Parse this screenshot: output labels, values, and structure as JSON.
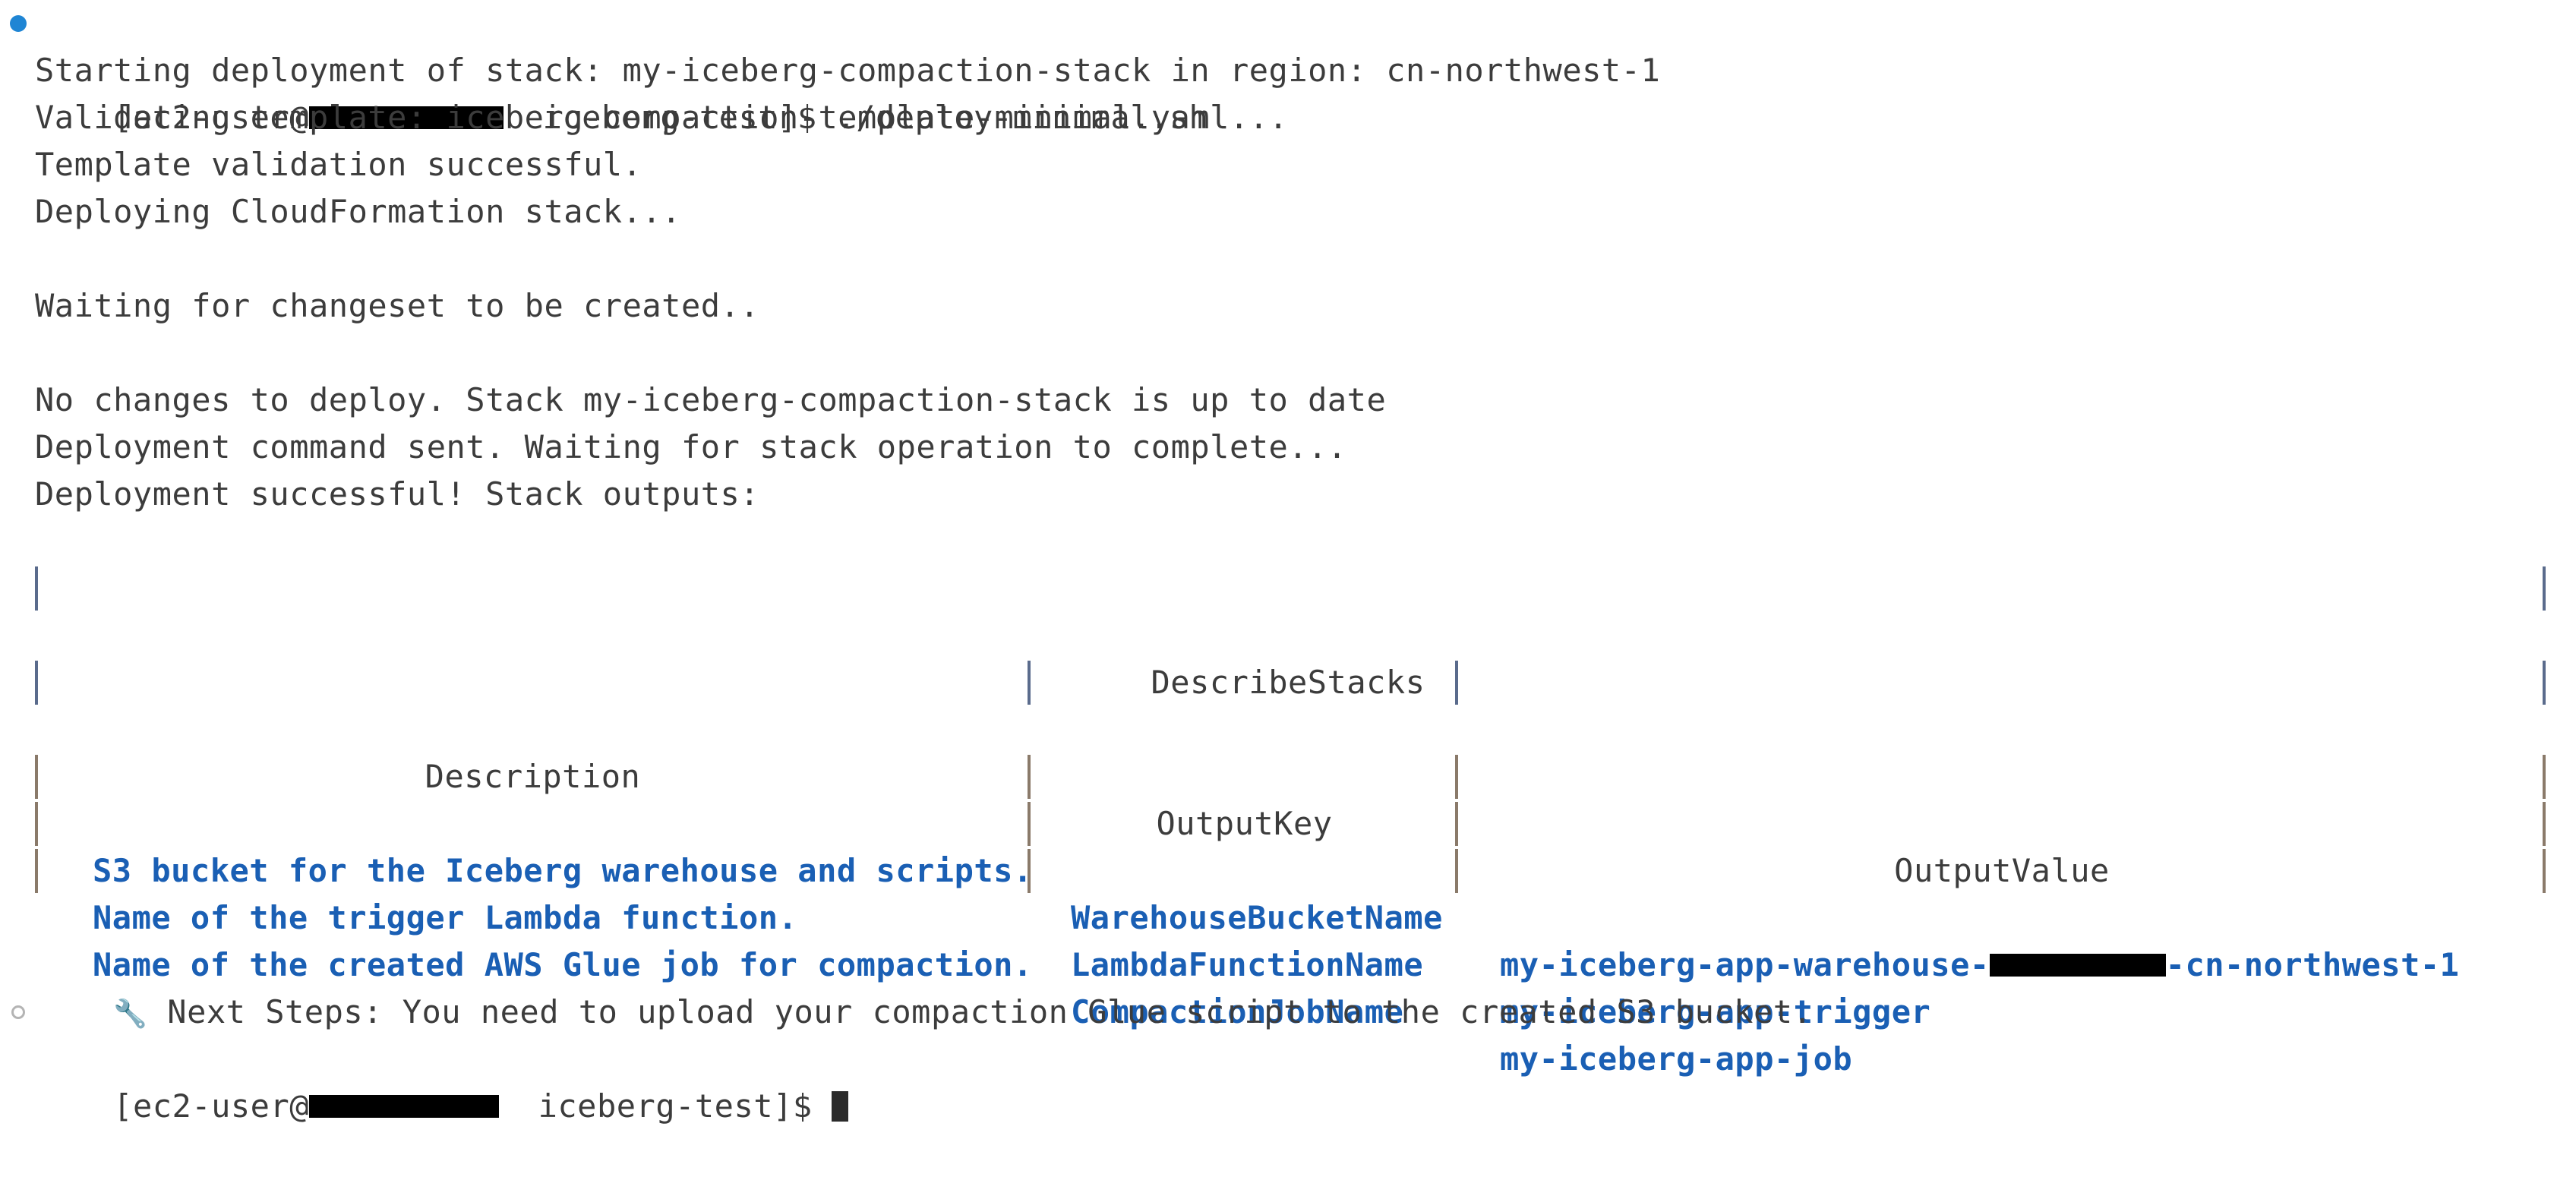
{
  "terminal": {
    "prompt_user": "[ec2-user@",
    "prompt_host_redacted": "",
    "prompt_tail": "  iceberg-test]$ ",
    "command": "./deploy-minimal.sh",
    "colors": {
      "text": "#3c3c3c",
      "accent_blue": "#1a5fb4",
      "marker_blue": "#1f85d4",
      "marker_hollow": "#b4b4b4",
      "redaction": "#000000",
      "background": "#ffffff"
    },
    "markers": {
      "top": "filled-blue-dot",
      "bottom": "hollow-gray-dot"
    },
    "output_lines": [
      "Starting deployment of stack: my-iceberg-compaction-stack in region: cn-northwest-1",
      "Validating template: iceberg-compaction-template-minimal.yaml...",
      "Template validation successful.",
      "Deploying CloudFormation stack...",
      "",
      "Waiting for changeset to be created..",
      "",
      "No changes to deploy. Stack my-iceberg-compaction-stack is up to date",
      "Deployment command sent. Waiting for stack operation to complete...",
      "Deployment successful! Stack outputs:"
    ],
    "table": {
      "title": "DescribeStacks",
      "top_rule": "-------------------------------------------------------------------------------------------------------------------------------------------------------",
      "headers": [
        "Description",
        "OutputKey",
        "OutputValue"
      ],
      "rows": [
        {
          "description": "S3 bucket for the Iceberg warehouse and scripts.",
          "output_key": "WarehouseBucketName",
          "output_value_prefix": "my-iceberg-app-warehouse-",
          "output_value_redacted": true,
          "output_value_suffix": "-cn-northwest-1"
        },
        {
          "description": "Name of the trigger Lambda function.",
          "output_key": "LambdaFunctionName",
          "output_value_prefix": "my-iceberg-app-trigger",
          "output_value_redacted": false,
          "output_value_suffix": ""
        },
        {
          "description": "Name of the created AWS Glue job for compaction.",
          "output_key": "CompactionJobName",
          "output_value_prefix": "my-iceberg-app-job",
          "output_value_redacted": false,
          "output_value_suffix": ""
        }
      ]
    },
    "next_steps_icon": "wrench-icon",
    "next_steps": "Next Steps: You need to upload your compaction Glue script to the created S3 bucket.",
    "final_prompt_user": "[ec2-user@",
    "final_prompt_tail": "  iceberg-test]$ "
  }
}
